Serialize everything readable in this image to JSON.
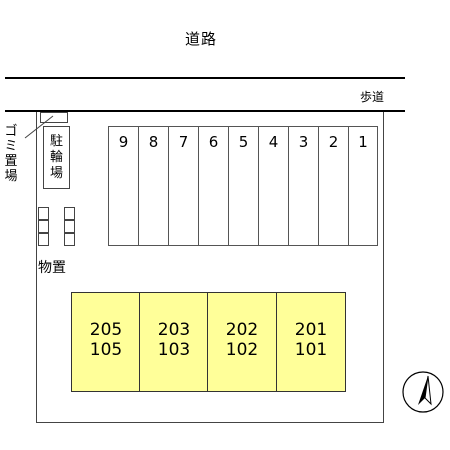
{
  "road": {
    "label": "道路"
  },
  "sidewalk": {
    "label": "歩道"
  },
  "garbage_area": {
    "label": "ゴミ置場"
  },
  "bicycle_parking": {
    "label": "駐輪場"
  },
  "storage": {
    "label": "物置"
  },
  "parking": {
    "stalls": [
      "9",
      "8",
      "7",
      "6",
      "5",
      "4",
      "3",
      "2",
      "1"
    ]
  },
  "building": {
    "units": [
      {
        "upper": "205",
        "lower": "105"
      },
      {
        "upper": "203",
        "lower": "103"
      },
      {
        "upper": "202",
        "lower": "102"
      },
      {
        "upper": "201",
        "lower": "101"
      }
    ],
    "color": "#ffff99"
  },
  "compass": {
    "icon": "north-arrow-icon"
  }
}
